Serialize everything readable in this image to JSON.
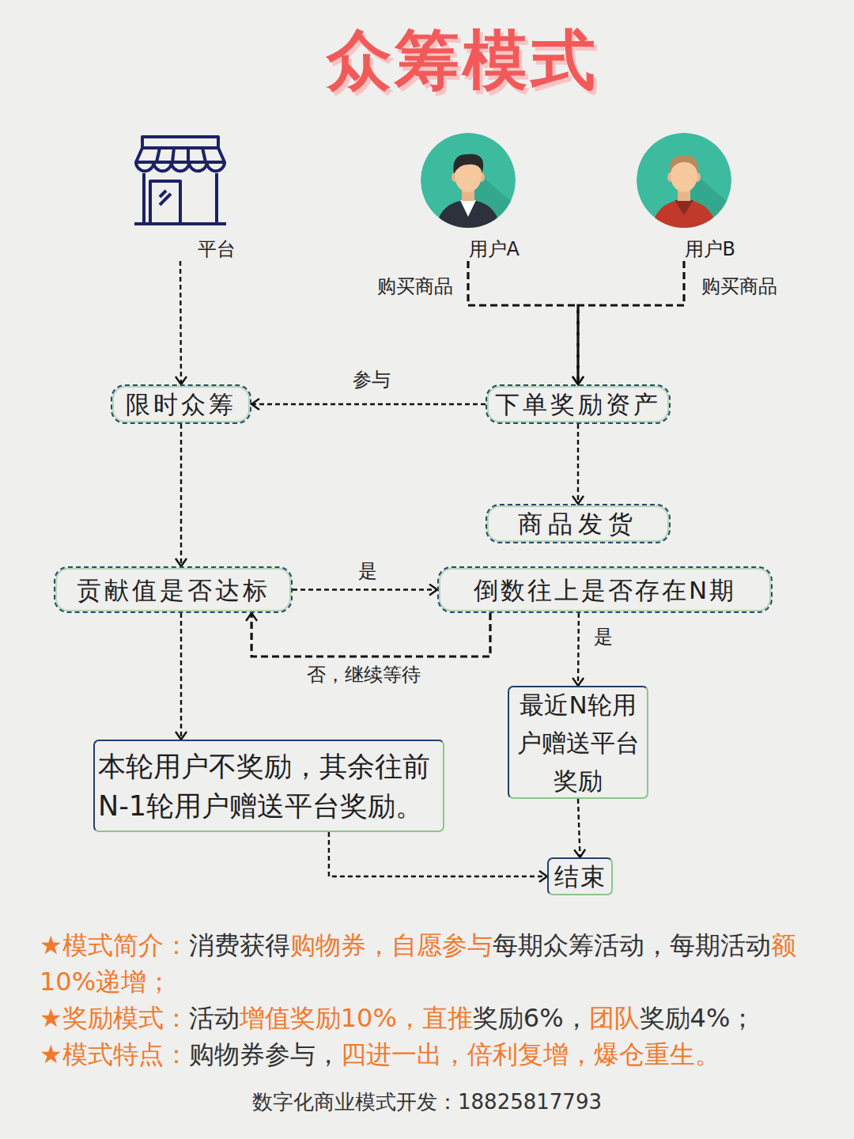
{
  "diagram": {
    "title": "众筹模式",
    "nodes": [
      {
        "text": [
          "平台"
        ]
      },
      {
        "text": [
          "用户A"
        ]
      },
      {
        "text": [
          "用户B"
        ]
      },
      {
        "text": [
          "限时众筹"
        ]
      },
      {
        "text": [
          "下单奖励资产"
        ]
      },
      {
        "text": [
          "商品发货"
        ]
      },
      {
        "text": [
          "贡献值是否达标"
        ]
      },
      {
        "text": [
          "倒数往上是否存在N期"
        ]
      },
      {
        "text": [
          "最近N轮用户赠送平台奖励"
        ]
      },
      {
        "text": [
          "本轮用户不奖励，其余往前N-1轮用户赠送平台奖励。"
        ]
      },
      {
        "text": [
          "结束"
        ]
      }
    ],
    "edges": [
      {
        "from": 0,
        "to": 3,
        "arrow": "to"
      },
      {
        "from": 1,
        "to": 4,
        "label": "购买商品",
        "arrow": "to"
      },
      {
        "from": 2,
        "to": 4,
        "label": "购买商品",
        "arrow": "to"
      },
      {
        "from": 4,
        "to": 3,
        "label": "参与",
        "arrow": "to"
      },
      {
        "from": 4,
        "to": 5,
        "arrow": "to"
      },
      {
        "from": 3,
        "to": 6,
        "arrow": "to"
      },
      {
        "from": 6,
        "to": 7,
        "label": "是",
        "arrow": "to"
      },
      {
        "from": 7,
        "to": 6,
        "label": "否，继续等待",
        "arrow": "to"
      },
      {
        "from": 7,
        "to": 8,
        "label": "是",
        "arrow": "to"
      },
      {
        "from": 6,
        "to": 9,
        "arrow": "to"
      },
      {
        "from": 9,
        "to": 10,
        "arrow": "to"
      },
      {
        "from": 8,
        "to": 10,
        "arrow": "to"
      }
    ],
    "labels": [
      "★模式简介：",
      "消费获得",
      "购物券，自愿参与",
      "每期众筹活动，每期活动",
      "额10%递增；",
      "★奖励模式：",
      "活动",
      "增值奖励10%，直推",
      "奖励6%，",
      "团队",
      "奖励4%；",
      "★模式特点：",
      "购物券参与，",
      "四进一出，倍利复增，爆仓重生。",
      "数字化商业模式开发：18825817793"
    ]
  }
}
